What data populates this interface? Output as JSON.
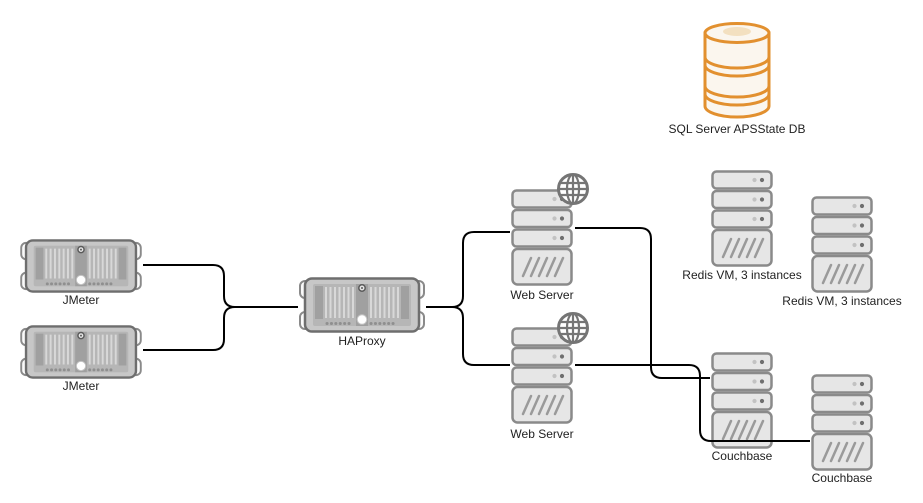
{
  "nodes": {
    "jmeter1": {
      "label": "JMeter",
      "icon": "rack-server-icon"
    },
    "jmeter2": {
      "label": "JMeter",
      "icon": "rack-server-icon"
    },
    "haproxy": {
      "label": "HAProxy",
      "icon": "rack-server-icon"
    },
    "webserver1": {
      "label": "Web Server",
      "icon": "server-stack-icon",
      "badge": "globe-icon"
    },
    "webserver2": {
      "label": "Web Server",
      "icon": "server-stack-icon",
      "badge": "globe-icon"
    },
    "sqldb": {
      "label": "SQL Server APSState DB",
      "icon": "database-icon"
    },
    "redis1": {
      "label": "Redis VM, 3 instances",
      "icon": "server-stack-icon"
    },
    "redis2": {
      "label": "Redis VM, 3 instances",
      "icon": "server-stack-icon"
    },
    "couchbase1": {
      "label": "Couchbase",
      "icon": "server-stack-icon"
    },
    "couchbase2": {
      "label": "Couchbase",
      "icon": "server-stack-icon"
    }
  },
  "edges": [
    {
      "from": "jmeter1",
      "to": "haproxy"
    },
    {
      "from": "jmeter2",
      "to": "haproxy"
    },
    {
      "from": "haproxy",
      "to": "webserver1"
    },
    {
      "from": "haproxy",
      "to": "webserver2"
    },
    {
      "from": "webserver1",
      "to": "couchbase1"
    },
    {
      "from": "webserver2",
      "to": "couchbase2"
    }
  ],
  "colors": {
    "background": "#ffffff",
    "connector": "#000000",
    "server_fill": "#e6e6e6",
    "server_stroke": "#8a8a8a",
    "db_fill": "#fbf6ee",
    "db_stroke": "#e2902f",
    "label_text": "#1f1f1f"
  }
}
